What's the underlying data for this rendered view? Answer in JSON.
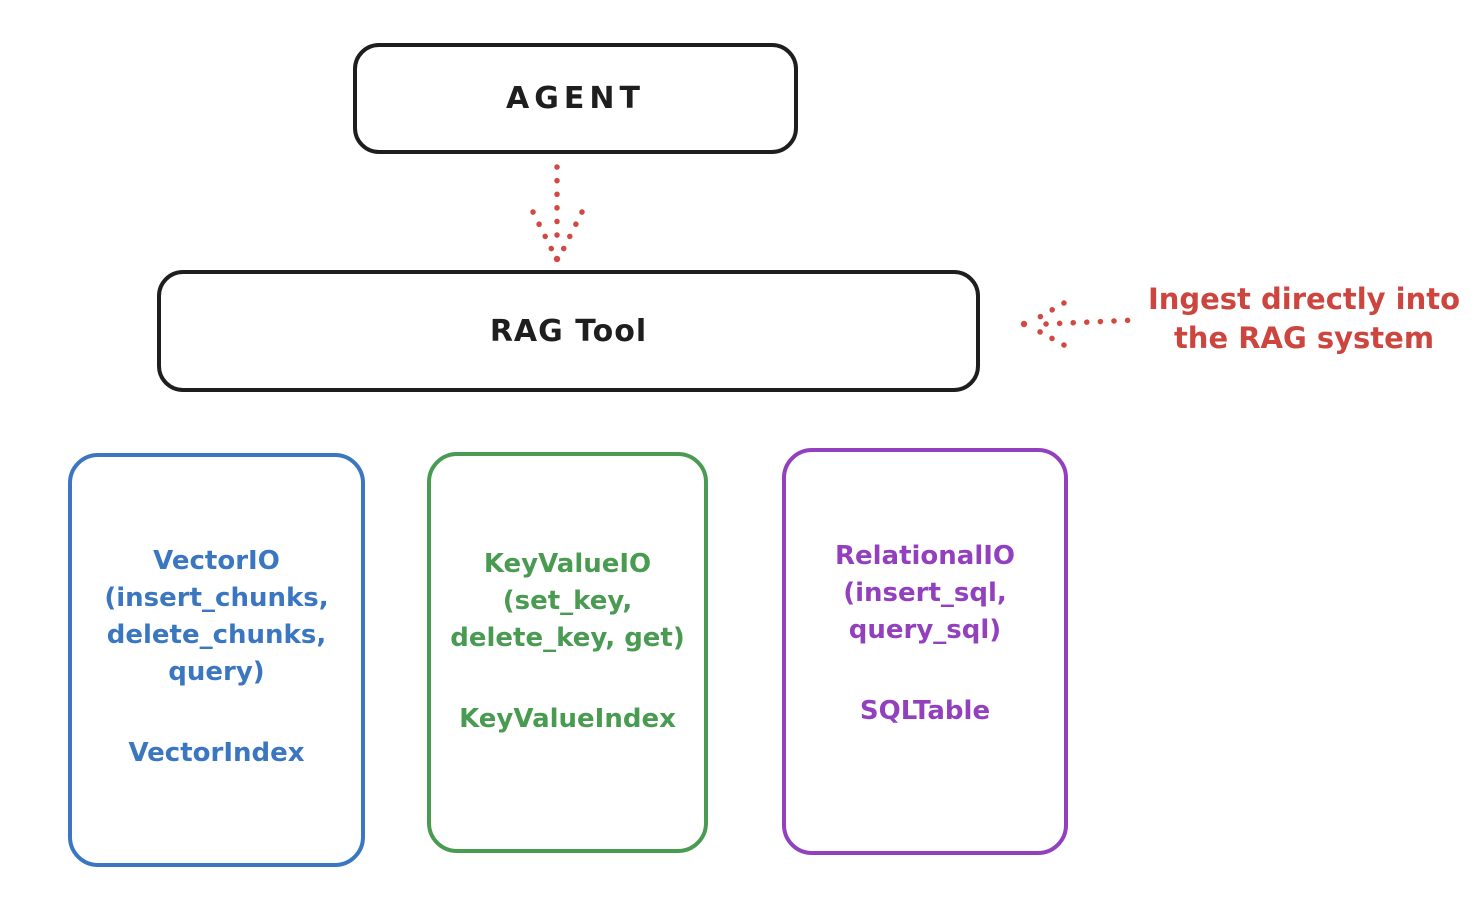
{
  "diagram": {
    "agent": {
      "label": "AGENT"
    },
    "rag_tool": {
      "label": "RAG Tool"
    },
    "annotation": {
      "line1": "Ingest directly into",
      "line2": "the RAG system"
    },
    "backends": [
      {
        "name": "VectorIO",
        "signature_lines": [
          "VectorIO",
          "(insert_chunks,",
          "delete_chunks,",
          "query)"
        ],
        "index_class": "VectorIndex",
        "color": "#3b76c1"
      },
      {
        "name": "KeyValueIO",
        "signature_lines": [
          "KeyValueIO",
          "(set_key,",
          "delete_key, get)"
        ],
        "index_class": "KeyValueIndex",
        "color": "#4a9b52"
      },
      {
        "name": "RelationalIO",
        "signature_lines": [
          "RelationalIO",
          "(insert_sql,",
          "query_sql)"
        ],
        "index_class": "SQLTable",
        "color": "#9340bf"
      }
    ],
    "colors": {
      "outline": "#1e1e1e",
      "accent_red": "#d04a42",
      "blue": "#3b76c1",
      "green": "#4a9b52",
      "purple": "#9340bf",
      "background": "#ffffff"
    }
  }
}
